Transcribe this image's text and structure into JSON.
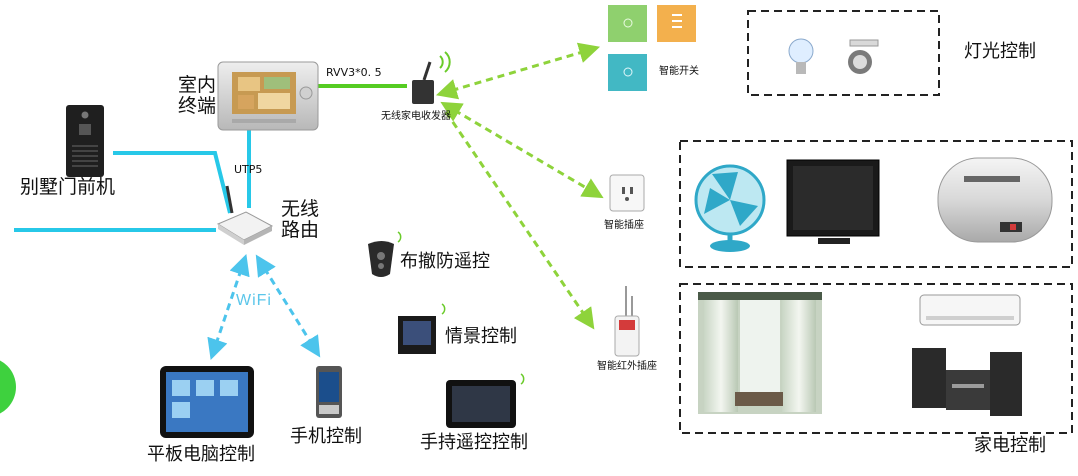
{
  "labels": {
    "indoor_terminal_l1": "室内",
    "indoor_terminal_l2": "终端",
    "villa_door": "别墅门前机",
    "router_l1": "无线",
    "router_l2": "路由",
    "utp": "UTP5",
    "rvv": "RVV3*0. 5",
    "transceiver": "无线家电收发器",
    "wifi": "WiFi",
    "arm_remote": "布撤防遥控",
    "scene_control": "情景控制",
    "tablet_control": "平板电脑控制",
    "phone_control": "手机控制",
    "handheld_remote": "手持遥控控制",
    "smart_switch": "智能开关",
    "smart_socket": "智能插座",
    "ir_socket": "智能红外插座",
    "light_control": "灯光控制",
    "appliance_control": "家电控制"
  },
  "colors": {
    "wired": "#27c8e8",
    "rvv": "#55cc22",
    "wireless_green": "#8ed33b",
    "wireless_blue": "#4cc4ec",
    "frame": "#222222"
  }
}
